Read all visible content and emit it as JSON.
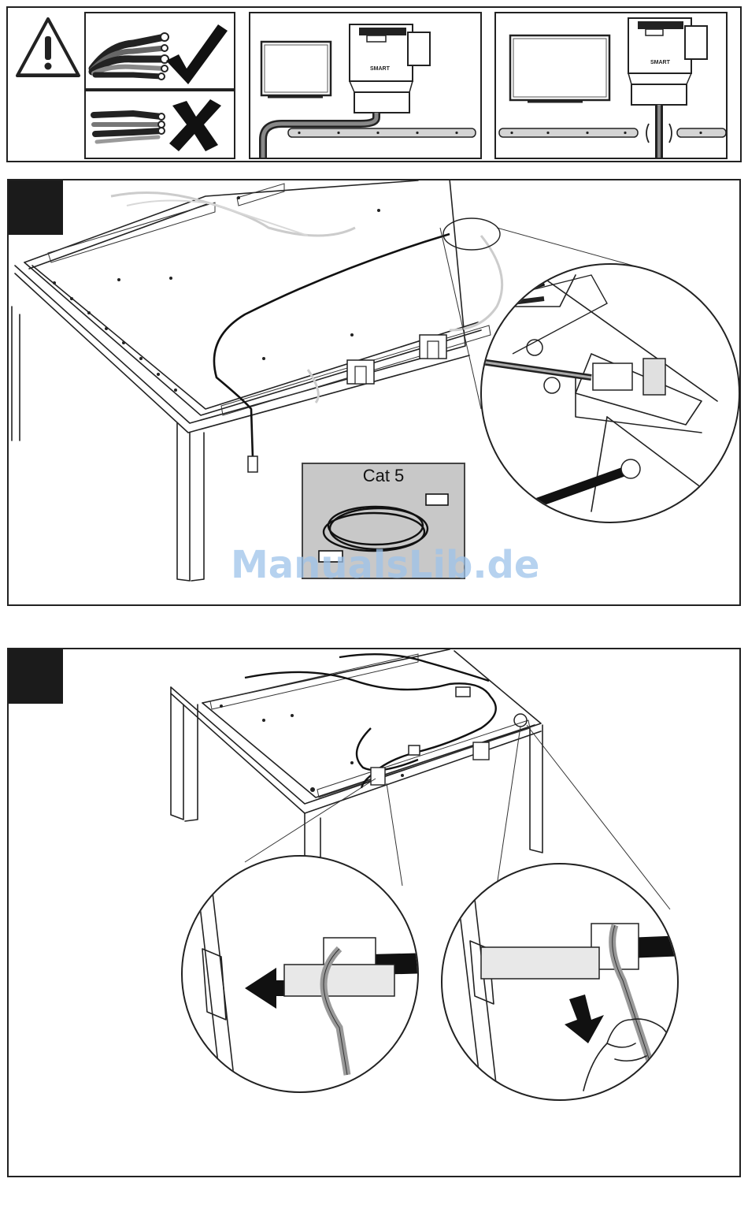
{
  "panel2": {
    "cable_label": "Cat 5"
  },
  "top_strip": {
    "brand_mark_left": "SMART",
    "brand_mark_right": "SMART"
  },
  "watermark": "ManualsLib.de"
}
